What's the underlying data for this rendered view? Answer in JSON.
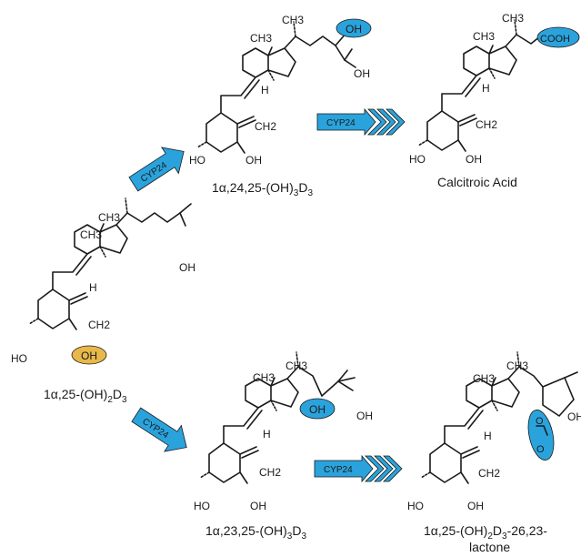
{
  "colors": {
    "arrow": "#2aa3dc",
    "highlight_blue": "#2aa3dc",
    "highlight_orange": "#e8b84a",
    "ink": "#1a1a1a"
  },
  "enzyme": "CYP24",
  "labels": {
    "ch3": "CH3",
    "ch2": "CH2",
    "oh": "OH",
    "ho": "HO",
    "h": "H",
    "cooh": "COOH",
    "o": "O"
  },
  "compounds": {
    "c25": {
      "prefix": "1α,25-(OH)",
      "sub1": "2",
      "mid": "D",
      "sub2": "3"
    },
    "c24": {
      "prefix": "1α,24,25-(OH)",
      "sub1": "3",
      "mid": "D",
      "sub2": "3"
    },
    "calcitroic": "Calcitroic Acid",
    "c23": {
      "prefix": "1α,23,25-(OH)",
      "sub1": "3",
      "mid": "D",
      "sub2": "3"
    },
    "lactone": {
      "prefix": "1α,25-(OH)",
      "sub1": "2",
      "mid": "D",
      "sub2": "3",
      "tail": "-26,23-",
      "line2": "lactone"
    }
  }
}
